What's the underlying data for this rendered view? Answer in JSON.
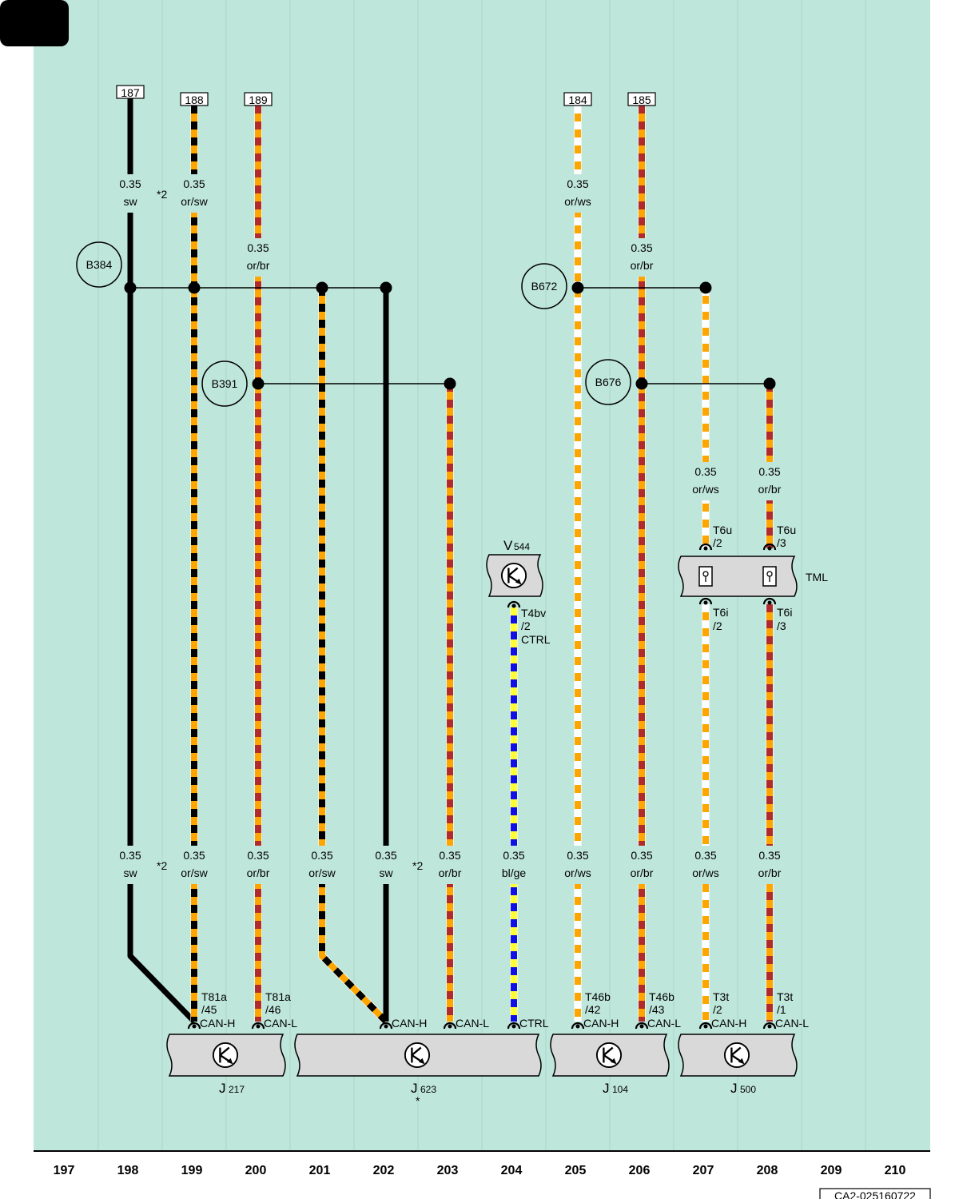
{
  "colors": {
    "background": "#bfe6da",
    "black": "#000000",
    "orange": "#ffa500",
    "brown": "#b22b2b",
    "white": "#ffffff",
    "blue": "#1010e6",
    "yellow": "#ffff33",
    "module_fill": "#d9d9d9"
  },
  "columns": [
    "197",
    "198",
    "199",
    "200",
    "201",
    "202",
    "203",
    "204",
    "205",
    "206",
    "207",
    "208",
    "209",
    "210"
  ],
  "reference_code": "CA2-025160722",
  "top_refs": [
    {
      "id": "ref-187",
      "label": "187",
      "col": "198"
    },
    {
      "id": "ref-188",
      "label": "188",
      "col": "199"
    },
    {
      "id": "ref-189",
      "label": "189",
      "col": "200"
    },
    {
      "id": "ref-184",
      "label": "184",
      "col": "205"
    },
    {
      "id": "ref-185",
      "label": "185",
      "col": "206"
    }
  ],
  "nodes": [
    {
      "id": "B384",
      "label": "B384"
    },
    {
      "id": "B391",
      "label": "B391"
    },
    {
      "id": "B672",
      "label": "B672"
    },
    {
      "id": "B676",
      "label": "B676"
    }
  ],
  "wire_labels": [
    {
      "id": "w198-top",
      "size": "0.35",
      "color": "sw"
    },
    {
      "id": "w199-top",
      "size": "0.35",
      "color": "or/sw"
    },
    {
      "id": "w200-top",
      "size": "0.35",
      "color": "or/br"
    },
    {
      "id": "w205-top",
      "size": "0.35",
      "color": "or/ws"
    },
    {
      "id": "w206-top",
      "size": "0.35",
      "color": "or/br"
    },
    {
      "id": "w207-mid",
      "size": "0.35",
      "color": "or/ws"
    },
    {
      "id": "w208-mid",
      "size": "0.35",
      "color": "or/br"
    },
    {
      "id": "w198-bot",
      "size": "0.35",
      "color": "sw"
    },
    {
      "id": "w199-bot",
      "size": "0.35",
      "color": "or/sw"
    },
    {
      "id": "w200-bot",
      "size": "0.35",
      "color": "or/br"
    },
    {
      "id": "w201-bot",
      "size": "0.35",
      "color": "or/sw"
    },
    {
      "id": "w202-bot",
      "size": "0.35",
      "color": "sw"
    },
    {
      "id": "w203-bot",
      "size": "0.35",
      "color": "or/br"
    },
    {
      "id": "w204-bot",
      "size": "0.35",
      "color": "bl/ge"
    },
    {
      "id": "w205-bot",
      "size": "0.35",
      "color": "or/ws"
    },
    {
      "id": "w206-bot",
      "size": "0.35",
      "color": "or/br"
    },
    {
      "id": "w207-bot",
      "size": "0.35",
      "color": "or/ws"
    },
    {
      "id": "w208-bot",
      "size": "0.35",
      "color": "or/br"
    }
  ],
  "notes": {
    "n1": "*2",
    "n2": "*2",
    "n3": "*2",
    "star": "*"
  },
  "v544": {
    "letter": "V",
    "num": "544",
    "pin": [
      "T4bv",
      "/2",
      "CTRL"
    ]
  },
  "tml": {
    "label": "TML",
    "pins": {
      "u2": [
        "T6u",
        "/2"
      ],
      "u3": [
        "T6u",
        "/3"
      ],
      "i2": [
        "T6i",
        "/2"
      ],
      "i3": [
        "T6i",
        "/3"
      ]
    }
  },
  "modules": [
    {
      "id": "J217",
      "letter": "J",
      "num": "217",
      "pins": [
        {
          "conn": [
            "T81a",
            "/45"
          ],
          "signal": "CAN-H"
        },
        {
          "conn": [
            "T81a",
            "/46"
          ],
          "signal": "CAN-L"
        }
      ]
    },
    {
      "id": "J623",
      "letter": "J",
      "num": "623",
      "note": "*",
      "pins": [
        {
          "signal": "CAN-H"
        },
        {
          "signal": "CAN-L"
        },
        {
          "signal": "CTRL"
        }
      ]
    },
    {
      "id": "J104",
      "letter": "J",
      "num": "104",
      "pins": [
        {
          "conn": [
            "T46b",
            "/42"
          ],
          "signal": "CAN-H"
        },
        {
          "conn": [
            "T46b",
            "/43"
          ],
          "signal": "CAN-L"
        }
      ]
    },
    {
      "id": "J500",
      "letter": "J",
      "num": "500",
      "pins": [
        {
          "conn": [
            "T3t",
            "/2"
          ],
          "signal": "CAN-H"
        },
        {
          "conn": [
            "T3t",
            "/1"
          ],
          "signal": "CAN-L"
        }
      ]
    }
  ]
}
